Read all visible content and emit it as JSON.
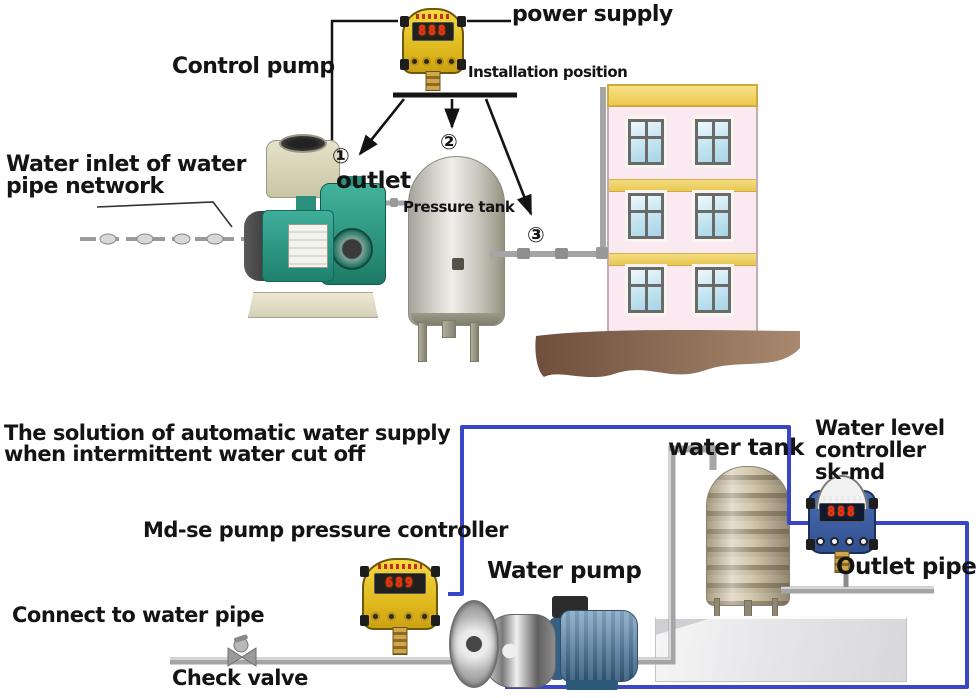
{
  "colors": {
    "controller_yellow": "#dcb51c",
    "controller_blue": "#31508f",
    "wire_blue": "#3946c8",
    "pump_green": "#1d7a66",
    "building_pink": "#fbe9f2",
    "roof_yellow": "#f0d468",
    "pipe_gray": "#a5a5a5",
    "ground_brown": "#80604c",
    "digit_red": "#ff2e12"
  },
  "top_diagram": {
    "labels": {
      "power_supply": "power supply",
      "control_pump": "Control pump",
      "installation_position": "Installation position",
      "water_inlet_line1": "Water inlet of water",
      "water_inlet_line2": "pipe network",
      "outlet": "outlet",
      "pressure_tank": "Pressure tank",
      "marker_1": "①",
      "marker_2": "②",
      "marker_3": "③"
    },
    "controller_display": "888"
  },
  "bottom_diagram": {
    "labels": {
      "title_line1": "The solution of automatic water supply",
      "title_line2": "when intermittent water cut off",
      "md_se_controller": "Md-se pump pressure controller",
      "water_tank": "water tank",
      "water_level_line1": "Water level",
      "water_level_line2": "controller",
      "water_level_line3": "sk-md",
      "water_pump": "Water pump",
      "outlet_pipe": "Outlet pipe",
      "connect_water_pipe": "Connect to water pipe",
      "check_valve": "Check valve"
    },
    "pressure_controller_display": "689",
    "level_controller_display": "888"
  }
}
